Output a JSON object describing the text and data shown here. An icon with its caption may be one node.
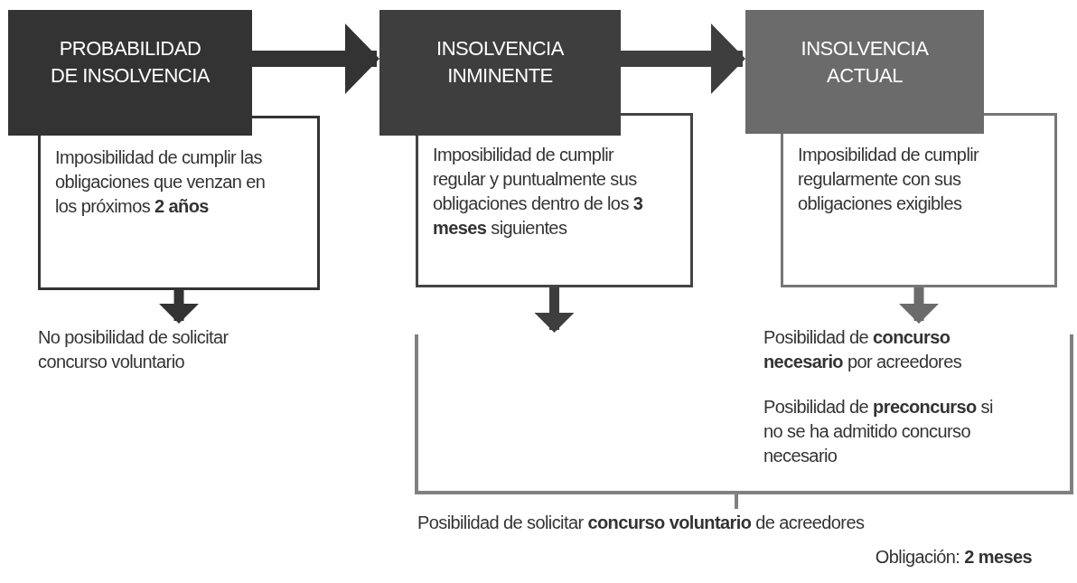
{
  "diagram": {
    "nodes": [
      {
        "text": [
          "PROBABILIDAD DE INSOLVENCIA"
        ]
      },
      {
        "text": [
          "Imposibilidad de cumplir las obligaciones que venzan en los próximos **2 años**"
        ]
      },
      {
        "text": [
          "INSOLVENCIA INMINENTE"
        ]
      },
      {
        "text": [
          "Imposibilidad de cumplir regular y puntualmente sus obligaciones dentro de los **3 meses** siguientes"
        ]
      },
      {
        "text": [
          "INSOLVENCIA ACTUAL"
        ]
      },
      {
        "text": [
          "Imposibilidad de cumplir regularmente con sus obligaciones exigibles"
        ]
      },
      {
        "text": [
          "No posibilidad de solicitar concurso voluntario"
        ]
      },
      {
        "text": [
          "Posibilidad de **concurso necesario** por acreedores"
        ]
      },
      {
        "text": [
          "Posibilidad de **preconcurso** si no se ha admitido concurso necesario"
        ]
      },
      {
        "text": [
          "Posibilidad de solicitar **concurso voluntario** de acreedores"
        ],
        "beside": [
          "Obligación: **2 meses**"
        ]
      }
    ],
    "edges": [
      {
        "from": 0,
        "to": 2,
        "arrow": "to"
      },
      {
        "from": 2,
        "to": 4,
        "arrow": "to",
        "color": "#3e3e3e"
      },
      {
        "from": 1,
        "to": 6,
        "arrow": "to"
      },
      {
        "from": 3,
        "to": null,
        "arrow": "to",
        "color": "#3e3e3e"
      },
      {
        "from": 5,
        "to": 7,
        "arrow": "to",
        "color": "#6b6b6b"
      }
    ]
  }
}
